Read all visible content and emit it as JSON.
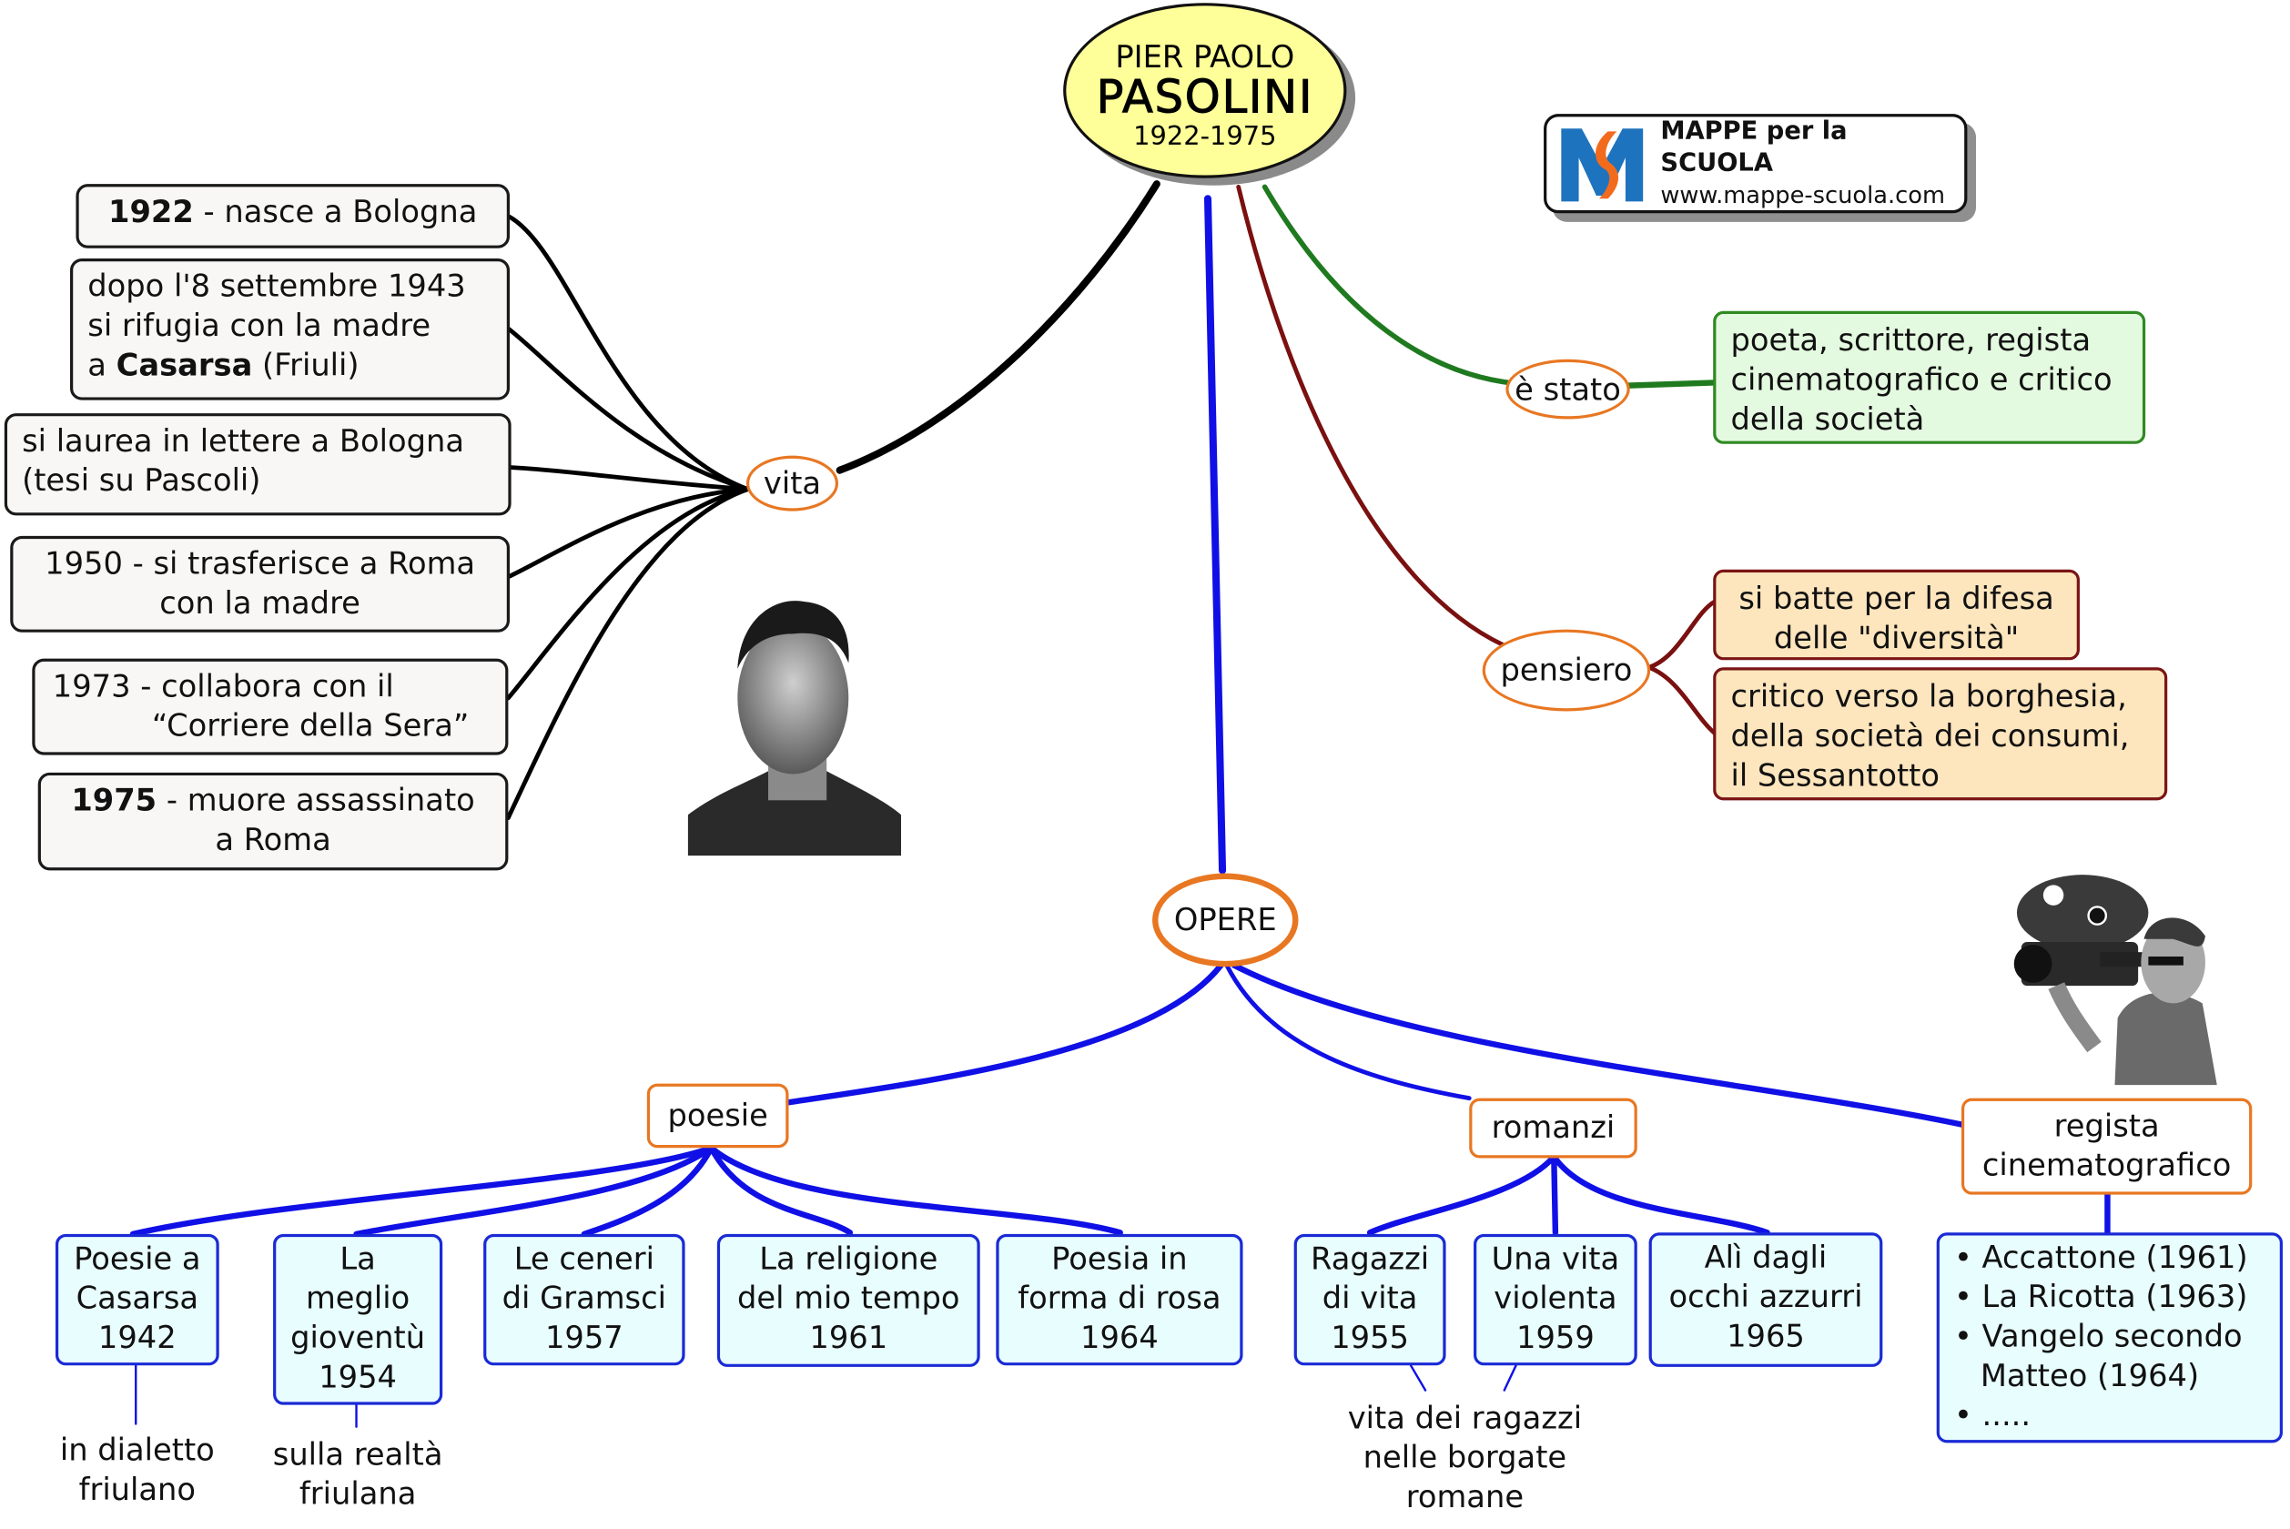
{
  "title": {
    "line1": "PIER PAOLO",
    "line2": "PASOLINI",
    "line3": "1922-1975"
  },
  "logo": {
    "icon": "mappe-scuola-m-logo",
    "name": "MAPPE per la SCUOLA",
    "url": "www.mappe-scuola.com",
    "colors": {
      "blue": "#1e73be",
      "orange": "#f26b1d"
    }
  },
  "colors": {
    "vita_link": "#000000",
    "estato_link": "#1f7a1f",
    "pensiero_link": "#7a1010",
    "opere_link": "#1010e6",
    "node_border_orange": "#e87722",
    "central_fill": "#ffff99"
  },
  "vita": {
    "label": "vita",
    "items": [
      {
        "bold": "1922",
        "text": " - nasce a Bologna"
      },
      {
        "line1": "dopo l'8 settembre 1943",
        "line2": "si rifugia con la madre",
        "pre": "a ",
        "bold": "Casarsa",
        "post": " (Friuli)"
      },
      {
        "line1": "si laurea in lettere a Bologna",
        "line2": "(tesi su Pascoli)"
      },
      {
        "line1": "1950 - si trasferisce a Roma",
        "line2": "con la madre"
      },
      {
        "line1": "1973 - collabora con il",
        "line2": "“Corriere della Sera”"
      },
      {
        "bold": "1975",
        "text": " - muore assassinato",
        "line2": "a Roma"
      }
    ]
  },
  "e_stato": {
    "label": "è stato",
    "text_lines": [
      "poeta, scrittore, regista",
      "cinematografico e critico",
      "della società"
    ]
  },
  "pensiero": {
    "label": "pensiero",
    "items": [
      {
        "lines": [
          "si batte per la difesa",
          "delle \"diversità\""
        ]
      },
      {
        "lines": [
          "critico verso la borghesia,",
          "della società dei consumi,",
          "il Sessantotto"
        ]
      }
    ]
  },
  "photos": {
    "portrait": "portrait-photo",
    "camera": "camera-director-photo"
  },
  "opere": {
    "label": "OPERE",
    "poesie": {
      "label": "poesie",
      "works": [
        {
          "lines": [
            "Poesie a",
            "Casarsa",
            "1942"
          ],
          "note": [
            "in dialetto",
            "friulano"
          ]
        },
        {
          "lines": [
            "La",
            "meglio",
            "gioventù",
            "1954"
          ],
          "note": [
            "sulla realtà",
            "friulana"
          ]
        },
        {
          "lines": [
            "Le ceneri",
            "di Gramsci",
            "1957"
          ]
        },
        {
          "lines": [
            "La religione",
            "del mio tempo",
            "1961"
          ]
        },
        {
          "lines": [
            "Poesia in",
            "forma di rosa",
            "1964"
          ]
        }
      ]
    },
    "romanzi": {
      "label": "romanzi",
      "works": [
        {
          "lines": [
            "Ragazzi",
            "di vita",
            "1955"
          ]
        },
        {
          "lines": [
            "Una vita",
            "violenta",
            "1959"
          ]
        },
        {
          "lines": [
            "Alì dagli",
            "occhi azzurri",
            "1965"
          ]
        }
      ],
      "note": [
        "vita dei ragazzi",
        "nelle borgate",
        "romane"
      ]
    },
    "regista": {
      "label_line1": "regista",
      "label_line2": "cinematografico",
      "films": [
        "Accattone (1961)",
        "La Ricotta (1963)",
        "Vangelo secondo Matteo (1964)",
        "....."
      ]
    }
  }
}
